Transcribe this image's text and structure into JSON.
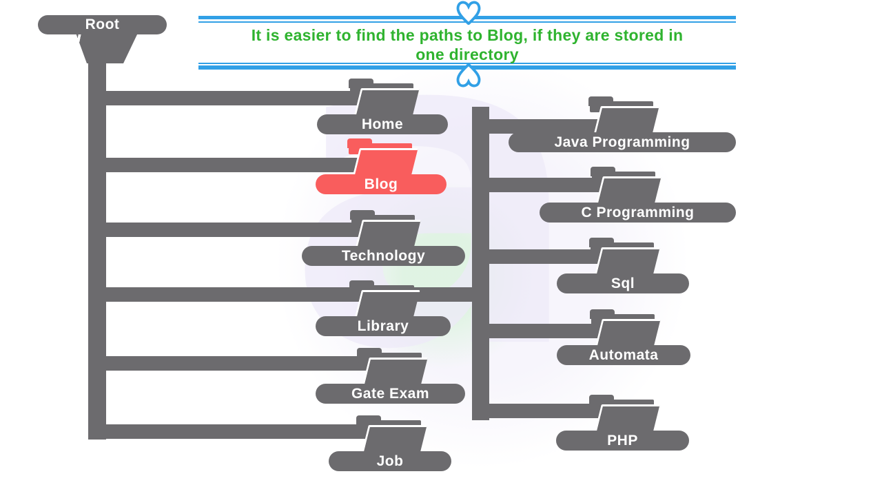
{
  "banner": {
    "line1": "It is easier to find the paths to Blog, if they are stored in",
    "line2": "one directory"
  },
  "watermark": {
    "letter": "a"
  },
  "colors": {
    "folder_gray": "#6c6b6e",
    "highlight_red": "#f95d5d",
    "text_green": "#2fb32f",
    "ribbon_blue": "#31a0e6",
    "label_text": "#ffffff"
  },
  "tree": {
    "root": {
      "label": "Root"
    },
    "left_children": [
      {
        "label": "Home",
        "highlighted": false
      },
      {
        "label": "Blog",
        "highlighted": true
      },
      {
        "label": "Technology",
        "highlighted": false
      },
      {
        "label": "Library",
        "highlighted": false
      },
      {
        "label": "Gate Exam",
        "highlighted": false
      },
      {
        "label": "Job",
        "highlighted": false
      }
    ],
    "right_children": [
      {
        "label": "Java Programming",
        "highlighted": false
      },
      {
        "label": "C Programming",
        "highlighted": false
      },
      {
        "label": "Sql",
        "highlighted": false
      },
      {
        "label": "Automata",
        "highlighted": false
      },
      {
        "label": "PHP",
        "highlighted": false
      }
    ]
  }
}
